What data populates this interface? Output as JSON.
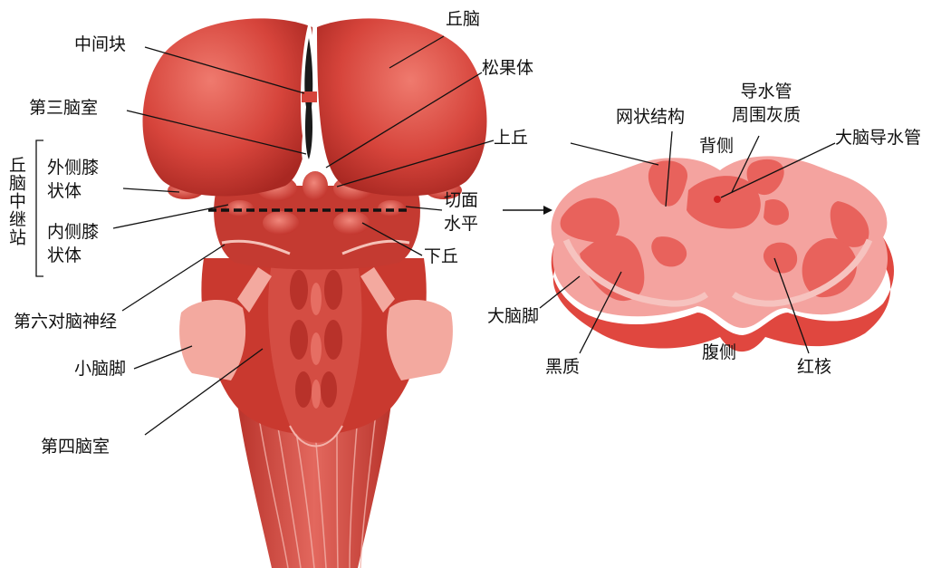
{
  "brainstem": {
    "thalamus": "丘脑",
    "interthalamic_adhesion": "中间块",
    "pineal_body": "松果体",
    "third_ventricle": "第三脑室",
    "thalamic_relay_group": "丘脑中继站",
    "lateral_geniculate": "外侧膝\n状体",
    "medial_geniculate": "内侧膝\n状体",
    "superior_colliculus": "上丘",
    "inferior_colliculus": "下丘",
    "cut_plane": "切面\n水平",
    "abducens_nerve": "第六对脑神经",
    "cerebellar_peduncle": "小脑脚",
    "fourth_ventricle": "第四脑室"
  },
  "cross_section": {
    "reticular_formation": "网状结构",
    "periaqueductal_gray": "导水管\n周围灰质",
    "dorsal": "背侧",
    "cerebral_aqueduct": "大脑导水管",
    "cerebral_peduncle": "大脑脚",
    "substantia_nigra": "黑质",
    "ventral": "腹侧",
    "red_nucleus": "红核"
  },
  "colors": {
    "tissue": "#d9443f",
    "tissue_light": "#f2a6a0",
    "section_fill": "#f4a39f",
    "section_edge": "#e0473f",
    "nucleus": "#e8625c"
  }
}
